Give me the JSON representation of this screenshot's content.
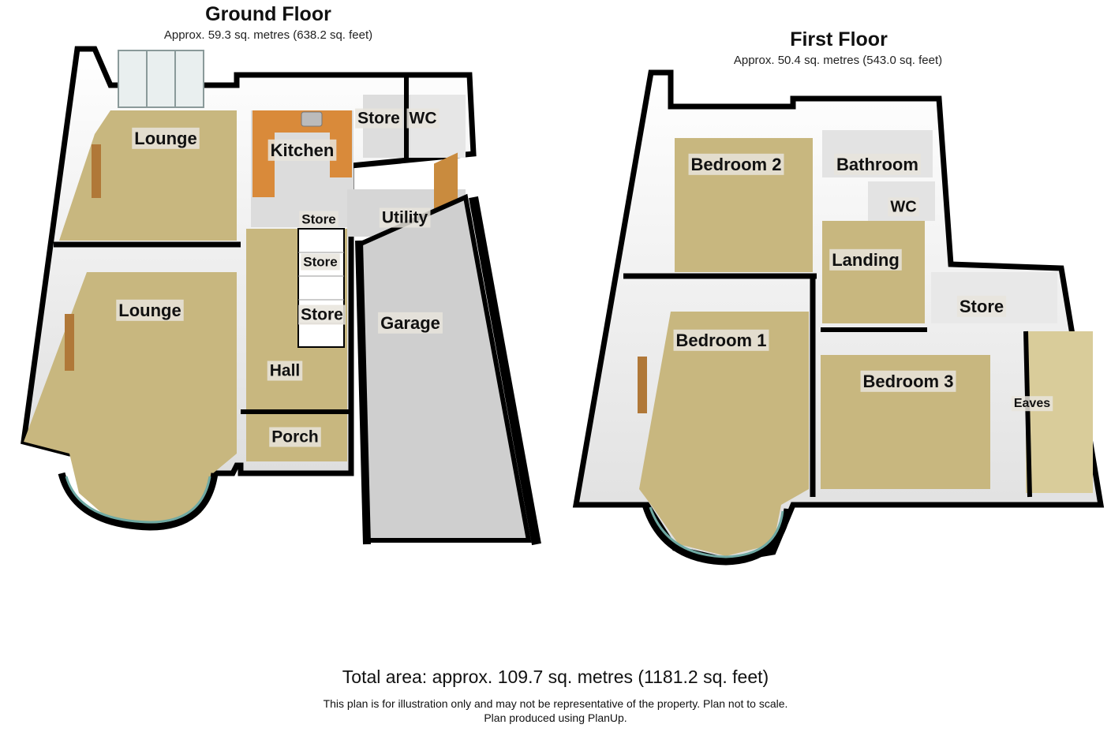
{
  "ground_floor": {
    "title": "Ground Floor",
    "area": "Approx. 59.3 sq. metres (638.2 sq. feet)",
    "rooms": [
      "Lounge",
      "Kitchen",
      "Store",
      "WC",
      "Lounge",
      "Store",
      "Utility",
      "Store",
      "Store",
      "Garage",
      "Hall",
      "Porch"
    ]
  },
  "first_floor": {
    "title": "First Floor",
    "area": "Approx. 50.4 sq. metres (543.0 sq. feet)",
    "rooms": [
      "Bedroom 2",
      "Bathroom",
      "WC",
      "Landing",
      "Bedroom 1",
      "Store",
      "Bedroom 3",
      "Eaves"
    ]
  },
  "footer": {
    "total_area": "Total area: approx. 109.7 sq. metres (1181.2 sq. feet)",
    "disclaimer": "This plan is for illustration only and may not be representative of the property. Plan not to scale.",
    "produced_by": "Plan produced using PlanUp."
  },
  "colors": {
    "wall": "#000000",
    "floor_carpet": "#c8b77f",
    "floor_garage": "#cfcfcf",
    "floor_kitchen": "#dcdcdc",
    "wall_face": "#f2f2f2",
    "worktop": "#d98a3a",
    "window": "#6fa9a3"
  }
}
